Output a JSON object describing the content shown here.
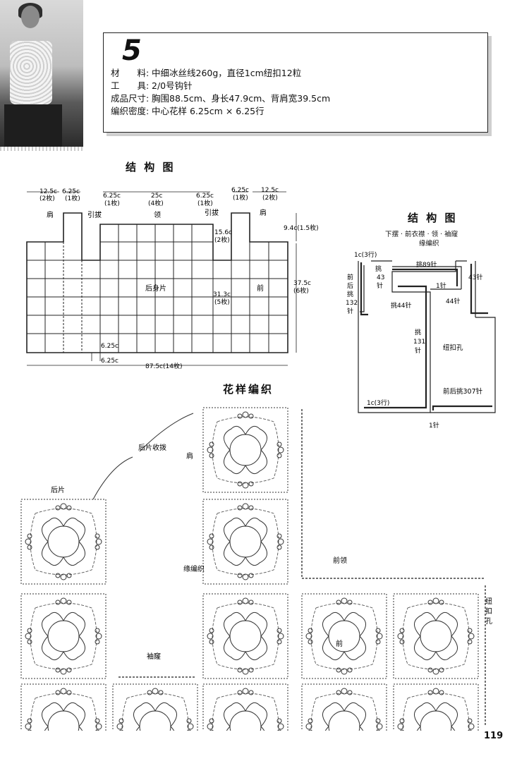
{
  "header": {
    "pattern_number": "5",
    "materials_label": "材　　料:",
    "materials_value": "中细冰丝线260g，直径1cm纽扣12粒",
    "tools_label": "工　　具:",
    "tools_value": "2/0号钩针",
    "size_label": "成品尺寸:",
    "size_value": "胸围88.5cm、身长47.9cm、背肩宽39.5cm",
    "gauge_label": "编织密度:",
    "gauge_value": "中心花样 6.25cm × 6.25行"
  },
  "structure_main": {
    "title": "结 构 图",
    "top_12_5": "12.5c",
    "top_2pc": "(2枚)",
    "top_6_25": "6.25c",
    "top_1pc": "(1枚)",
    "top_25": "25c",
    "top_4pc": "(4枚)",
    "shoulder": "肩",
    "yinba": "引拔",
    "neck": "领",
    "h_9_4": "9.4c(1.5枚)",
    "h_15_6": "15.6c",
    "h_2pc": "(2枚)",
    "h_31_3": "31.3c",
    "h_5pc": "(5枚)",
    "h_37_5": "37.5c",
    "h_6pc": "(6枚)",
    "back_piece": "后身片",
    "front": "前",
    "bottom_6_25": "6.25c",
    "width_total": "87.5c(14枚)"
  },
  "structure_edge": {
    "title": "结 构 图",
    "subtitle1": "下摆 · 前衣襟 · 领 · 袖窿",
    "subtitle2": "缘编织",
    "one_c_3rows": "1c(3行)",
    "pick_89": "挑89针",
    "pick_43": "挑\n43\n针",
    "n43": "43针",
    "front_back_132": "前\n后\n挑\n132\n针",
    "one_st": "1针",
    "pick_44": "挑44针",
    "n44": "44针",
    "pick_131": "挑\n131\n针",
    "buttonhole": "纽扣孔",
    "front_back_307": "前后挑307针"
  },
  "pattern_chart": {
    "title": "花样编织",
    "back_collect": "后片收拨",
    "back_piece": "后片",
    "shoulder": "肩",
    "edge_knit": "缘编织",
    "front_neck": "前领",
    "front": "前",
    "armhole": "袖窿",
    "buttonhole": "纽\n扣\n孔"
  },
  "footer": {
    "page_number": "119"
  }
}
